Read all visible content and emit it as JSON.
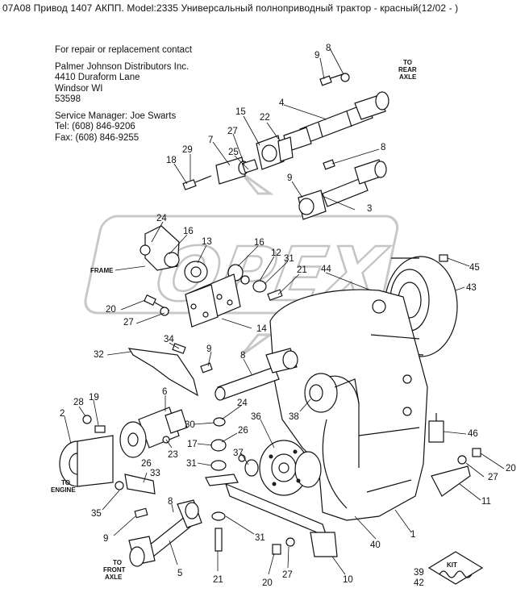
{
  "title": "07A08 Привод 1407 АКПП. Model:2335 Универсальный полноприводный трактор - красный(12/02 - )",
  "contact": {
    "heading": "For repair or replacement contact",
    "company": "Palmer Johnson Distributors Inc.",
    "address1": "4410 Duraform Lane",
    "city": "Windsor WI",
    "zip": "53598",
    "manager": "Service Manager: Joe Swarts",
    "tel": "Tel:  (608) 846-9206",
    "fax": "Fax: (608) 846-9255"
  },
  "captions": {
    "to_rear_axle_1": "TO",
    "to_rear_axle_2": "REAR",
    "to_rear_axle_3": "AXLE",
    "frame": "FRAME",
    "to_engine_1": "TO",
    "to_engine_2": "ENGINE",
    "to_front_axle_1": "TO",
    "to_front_axle_2": "FRONT",
    "to_front_axle_3": "AXLE",
    "kit": "KIT"
  },
  "watermark": "OPEX",
  "callouts": {
    "c8a": "8",
    "c9a": "9",
    "c4": "4",
    "c15": "15",
    "c22": "22",
    "c27a": "27",
    "c7": "7",
    "c25": "25",
    "c29": "29",
    "c18": "18",
    "c8b": "8",
    "c9b": "9",
    "c3": "3",
    "c24a": "24",
    "c16a": "16",
    "c13": "13",
    "c16b": "16",
    "c12": "12",
    "c31a": "31",
    "c21a": "21",
    "c44": "44",
    "c45": "45",
    "c43": "43",
    "c20a": "20",
    "c27b": "27",
    "c14": "14",
    "c34": "34",
    "c32": "32",
    "c9c": "9",
    "c8c": "8",
    "c6": "6",
    "c28": "28",
    "c19": "19",
    "c2": "2",
    "c24b": "24",
    "c30": "30",
    "c26a": "26",
    "c23": "23",
    "c17": "17",
    "c31b": "31",
    "c37": "37",
    "c36": "36",
    "c38": "38",
    "c26b": "26",
    "c33": "33",
    "c35": "35",
    "c8d": "8",
    "c9d": "9",
    "c31c": "31",
    "c5": "5",
    "c21b": "21",
    "c20b": "20",
    "c27c": "27",
    "c10": "10",
    "c40": "40",
    "c1": "1",
    "c11": "11",
    "c27d": "27",
    "c20c": "20",
    "c46": "46",
    "c39": "39",
    "c42": "42"
  }
}
